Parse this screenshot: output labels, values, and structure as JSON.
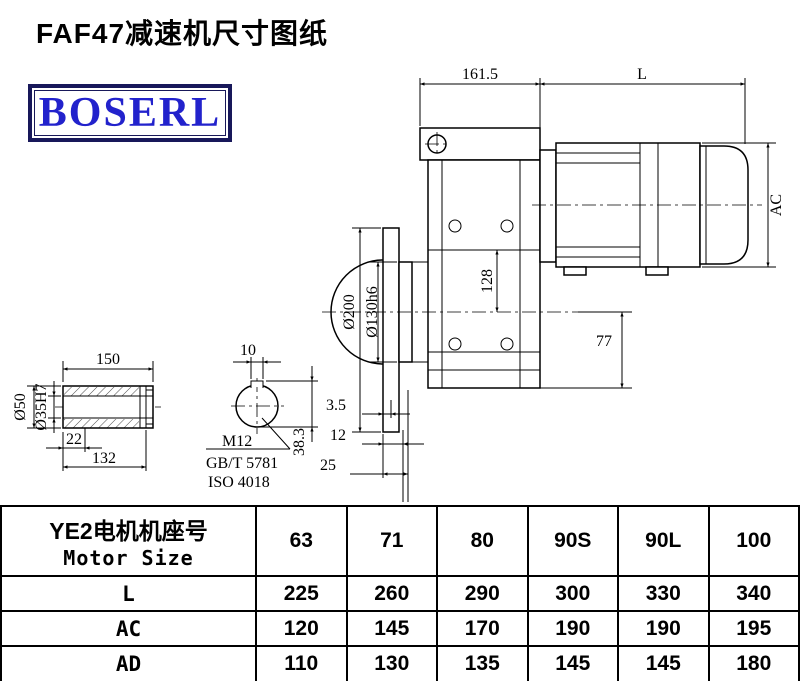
{
  "title": "FAF47减速机尺寸图纸",
  "logo": {
    "text": "BOSERL"
  },
  "drawing": {
    "dims": {
      "top_width": "161.5",
      "motor_length": "L",
      "motor_diameter": "AC",
      "flange_diameter": "Ø200",
      "spigot_diameter": "Ø130h6",
      "center_height": "128",
      "axis_to_base": "77",
      "flange_step": "3.5",
      "spigot_depth": "12",
      "flange_offset": "25",
      "keyway_depth": "38.3",
      "keyway_width": "10",
      "shaft_length": "150",
      "shaft_step": "22",
      "shaft_body": "132",
      "shaft_outer_dia": "Ø50",
      "bore_dia": "Ø35H7"
    },
    "notes": {
      "thread": "M12",
      "standard_gb": "GB/T 5781",
      "standard_iso": "ISO 4018"
    }
  },
  "table": {
    "header": {
      "line1": "YE2电机机座号",
      "line2": "Motor Size"
    },
    "motor_sizes": [
      "63",
      "71",
      "80",
      "90S",
      "90L",
      "100"
    ],
    "rows": [
      {
        "label": "L",
        "values": [
          "225",
          "260",
          "290",
          "300",
          "330",
          "340"
        ]
      },
      {
        "label": "AC",
        "values": [
          "120",
          "145",
          "170",
          "190",
          "190",
          "195"
        ]
      },
      {
        "label": "AD",
        "values": [
          "110",
          "130",
          "135",
          "145",
          "145",
          "180"
        ]
      }
    ]
  }
}
